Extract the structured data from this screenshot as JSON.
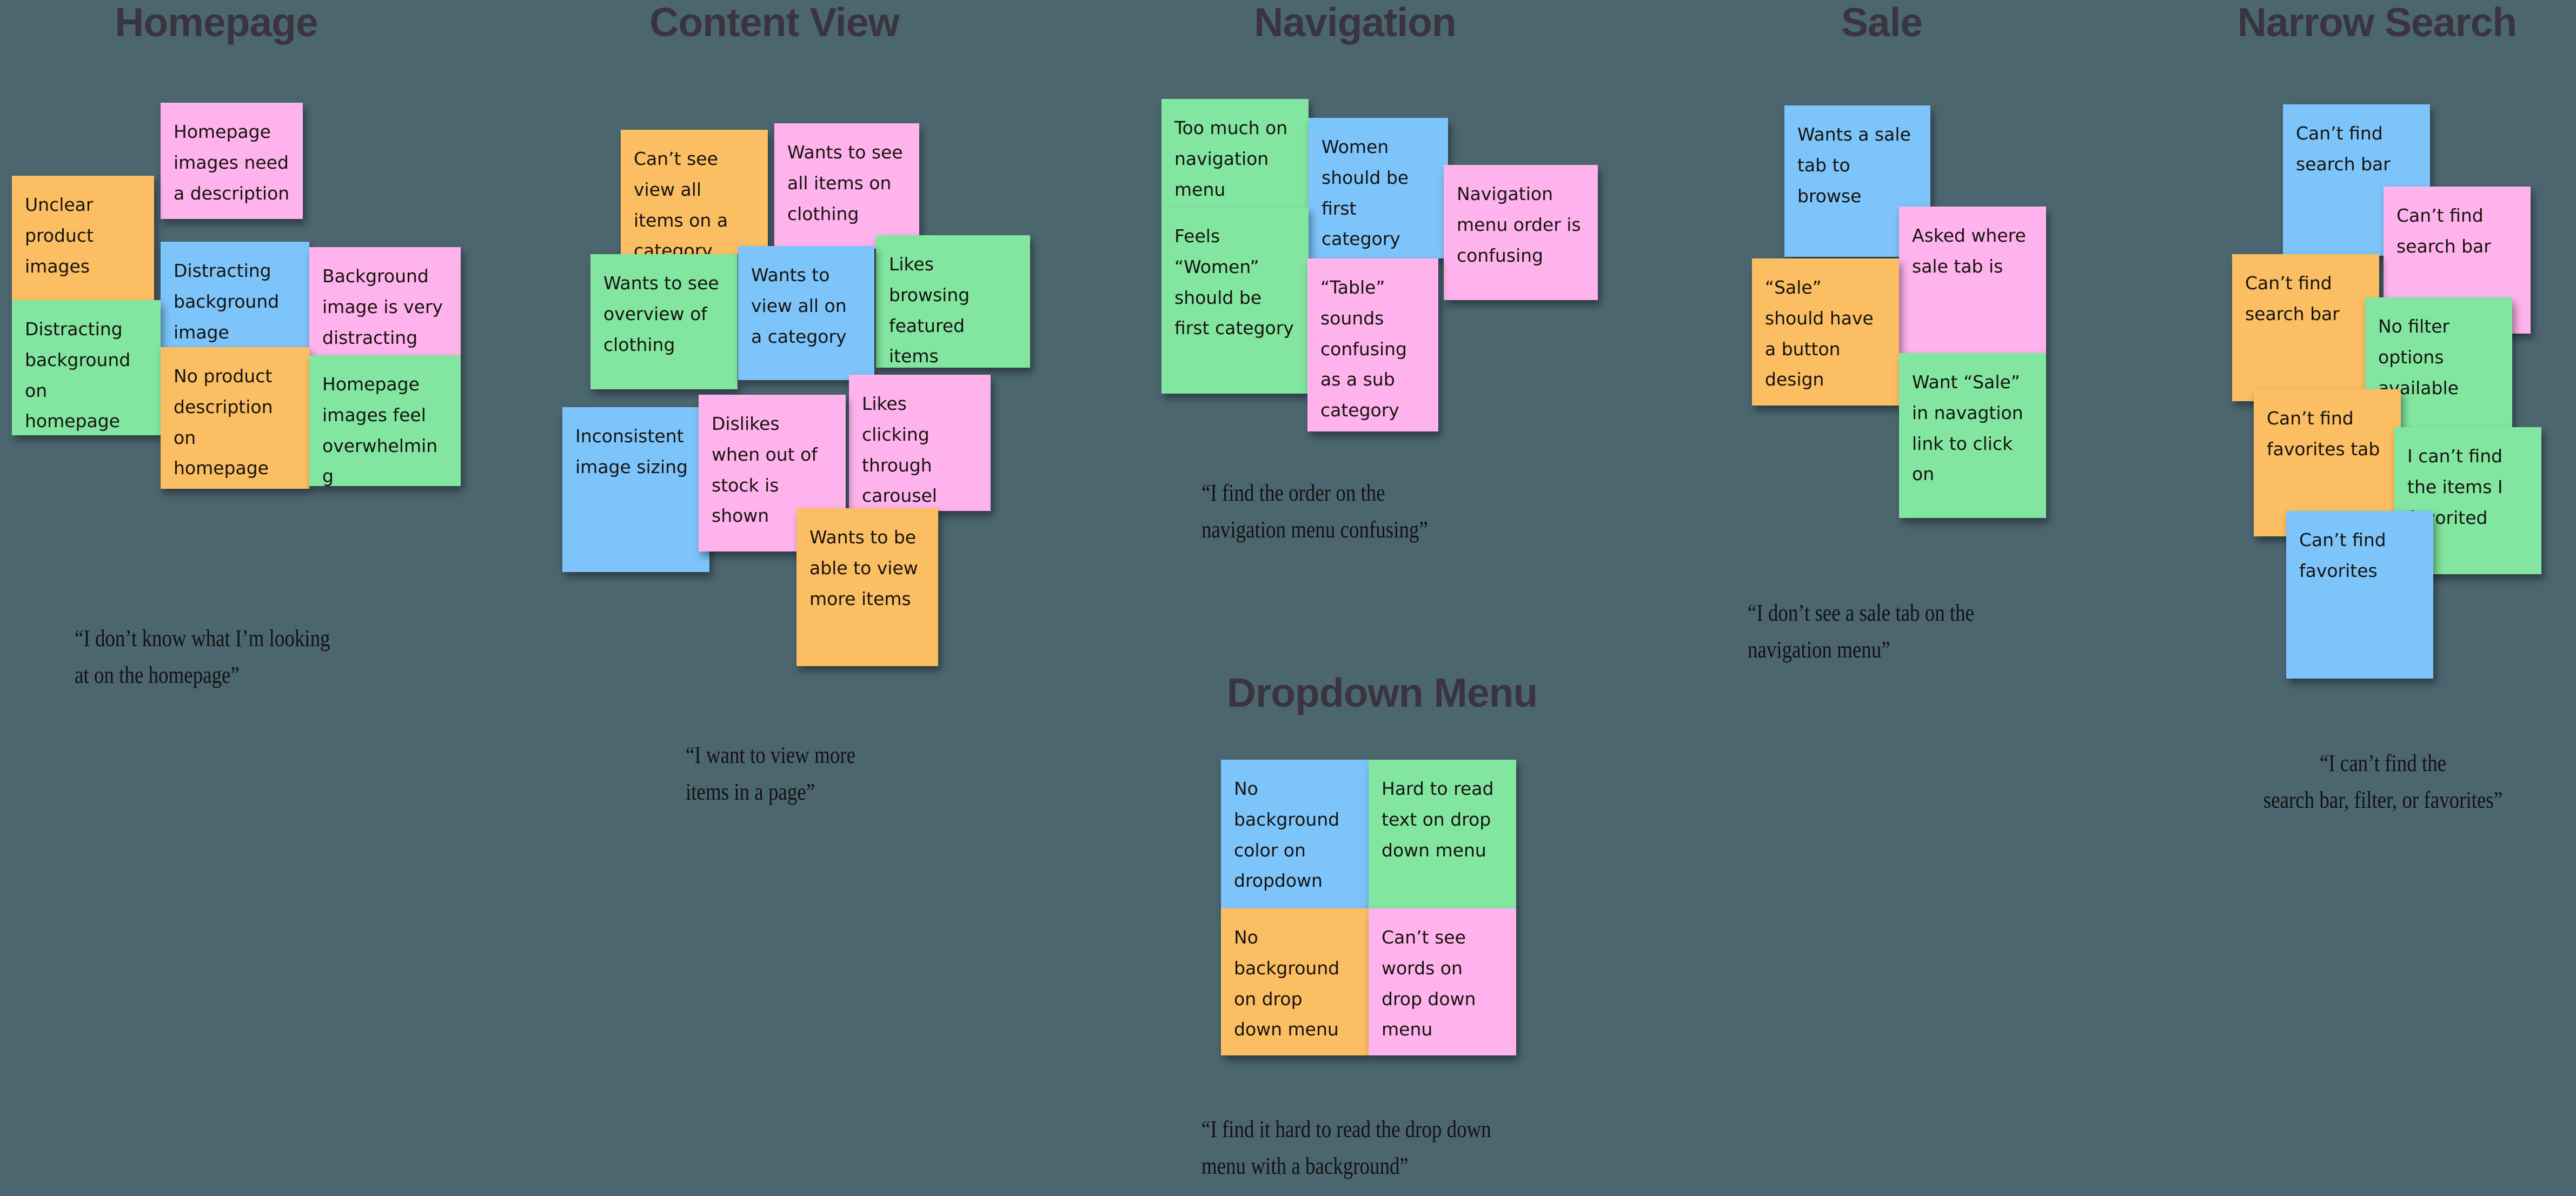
{
  "board": {
    "background_color": "#4c6670",
    "note_colors": {
      "orange": "#fbbe63",
      "pink": "#ffb3ec",
      "blue": "#7dc4fb",
      "green": "#82e6a0"
    }
  },
  "clusters": [
    {
      "id": "homepage",
      "title": "Homepage",
      "quote": "“I don’t know what I’m looking\nat on the homepage”",
      "notes": [
        {
          "text": "Homepage images need a description",
          "color": "pink"
        },
        {
          "text": "Unclear product images",
          "color": "orange"
        },
        {
          "text": "Distracting background image",
          "color": "blue"
        },
        {
          "text": "Background image is very distracting",
          "color": "pink"
        },
        {
          "text": "Distracting background on homepage",
          "color": "green"
        },
        {
          "text": "No product description on homepage",
          "color": "orange"
        },
        {
          "text": "Homepage images feel overwhelming",
          "color": "green"
        }
      ]
    },
    {
      "id": "content-view",
      "title": "Content View",
      "quote": "“I want to view more\nitems in a page”",
      "notes": [
        {
          "text": "Can’t see view all items on a category",
          "color": "orange"
        },
        {
          "text": "Wants to see all items on clothing",
          "color": "pink"
        },
        {
          "text": "Likes browsing featured items",
          "color": "green"
        },
        {
          "text": "Wants to see overview of clothing",
          "color": "green"
        },
        {
          "text": "Wants to view all on a category",
          "color": "blue"
        },
        {
          "text": "Likes clicking through carousel",
          "color": "pink"
        },
        {
          "text": "Inconsistent image sizing",
          "color": "blue"
        },
        {
          "text": "Dislikes when out of stock is shown",
          "color": "pink"
        },
        {
          "text": "Wants to be able to view more items",
          "color": "orange"
        }
      ]
    },
    {
      "id": "navigation",
      "title": "Navigation",
      "quote": "“I find the order on the\nnavigation menu confusing”",
      "notes": [
        {
          "text": "Too much on navigation menu",
          "color": "green"
        },
        {
          "text": "Women should be first category",
          "color": "blue"
        },
        {
          "text": "Navigation menu order is confusing",
          "color": "pink"
        },
        {
          "text": "Feels “Women” should be first category",
          "color": "green"
        },
        {
          "text": "“Table” sounds confusing as a sub category",
          "color": "pink"
        }
      ]
    },
    {
      "id": "sale",
      "title": "Sale",
      "quote": "“I don’t see a sale tab on the\nnavigation menu”",
      "notes": [
        {
          "text": "Wants a sale tab to browse",
          "color": "blue"
        },
        {
          "text": "Asked where sale tab is",
          "color": "pink"
        },
        {
          "text": "“Sale” should have a button design",
          "color": "orange"
        },
        {
          "text": "Want “Sale” in navagtion link to click on",
          "color": "green"
        }
      ]
    },
    {
      "id": "narrow-search",
      "title": "Narrow Search",
      "quote": "“I can’t find the\nsearch bar, filter, or favorites”",
      "notes": [
        {
          "text": "Can’t find search bar",
          "color": "blue"
        },
        {
          "text": "Can’t find search bar",
          "color": "pink"
        },
        {
          "text": "Can’t find search bar",
          "color": "orange"
        },
        {
          "text": "No filter options available",
          "color": "green"
        },
        {
          "text": "Can’t find favorites tab",
          "color": "orange"
        },
        {
          "text": "I can’t find the items I favorited",
          "color": "green"
        },
        {
          "text": "Can’t find favorites",
          "color": "blue"
        }
      ]
    },
    {
      "id": "dropdown-menu",
      "title": "Dropdown Menu",
      "quote": "“I find it hard to read the drop down\nmenu with a background”",
      "notes": [
        {
          "text": "No background color on dropdown",
          "color": "blue"
        },
        {
          "text": "Hard to read text on drop down menu",
          "color": "green"
        },
        {
          "text": "No background on drop down menu",
          "color": "orange"
        },
        {
          "text": "Can’t see words on drop down menu",
          "color": "pink"
        }
      ]
    }
  ]
}
